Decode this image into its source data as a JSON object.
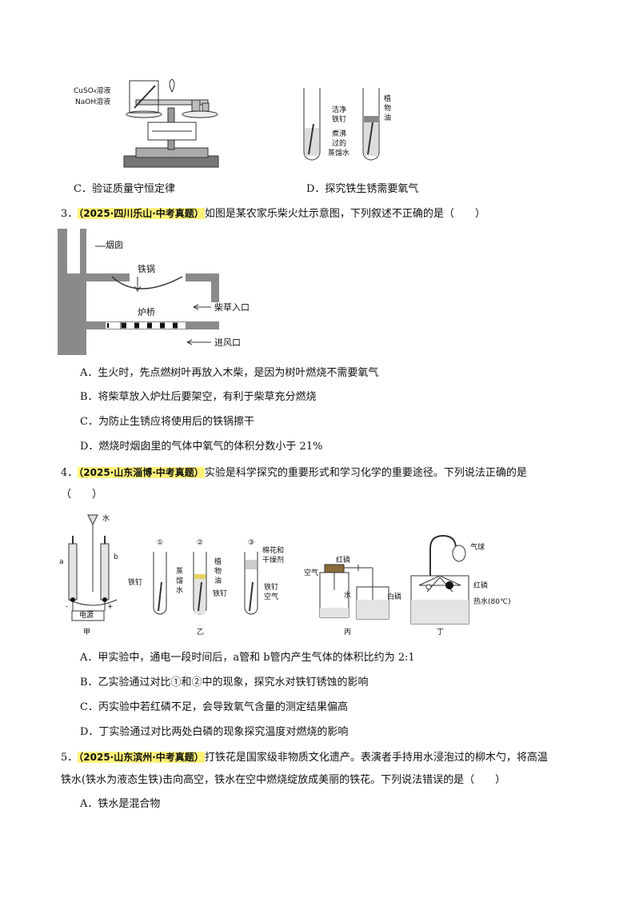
{
  "top": {
    "balance_labels": [
      "CuSO₄溶液",
      "NaOH溶液"
    ],
    "tube_labels": [
      "洁净",
      "铁钉",
      "植",
      "物",
      "油",
      "煮沸",
      "过的",
      "蒸馏水"
    ],
    "option_c": "C．验证质量守恒定律",
    "option_d": "D．探究铁生锈需要氧气"
  },
  "q3": {
    "number": "3．",
    "tag": "（2025·四川乐山·中考真题）",
    "stem": "如图是某农家乐柴火灶示意图，下列叙述不正确的是（　　）",
    "figure_labels": {
      "chimney": "烟囱",
      "wok": "铁锅",
      "bridge": "炉桥",
      "fuel_inlet": "柴草入口",
      "air_inlet": "进风口"
    },
    "options": [
      "A．生火时，先点燃树叶再放入木柴，是因为树叶燃烧不需要氧气",
      "B．将柴草放入炉灶后要架空，有利于柴草充分燃烧",
      "C．为防止生锈应将使用后的铁锅擦干",
      "D．燃烧时烟囱里的气体中氧气的体积分数小于 21%"
    ]
  },
  "q4": {
    "number": "4．",
    "tag": "（2025·山东淄博·中考真题）",
    "stem": "实验是科学探究的重要形式和学习化学的重要途径。下列说法正确的是",
    "stem2": "（　　）",
    "figure_labels": {
      "water": "水",
      "a": "a",
      "b": "b",
      "minus": "-",
      "plus": "+",
      "power": "电源",
      "jia": "甲",
      "yi": "乙",
      "bing": "丙",
      "ding": "丁",
      "circ1": "①",
      "circ2": "②",
      "circ3": "③",
      "nail1": "铁钉",
      "distilled": "蒸",
      "distilled2": "馏",
      "distilled3": "水",
      "oil1": "植",
      "oil2": "物",
      "oil3": "油",
      "nail2": "铁钉",
      "cotton": "棉花和",
      "desiccant": "干燥剂",
      "nail3": "铁钉",
      "air3": "空气",
      "air": "空气",
      "red_p": "红磷",
      "water2": "水",
      "balloon": "气球",
      "red_p2": "红磷",
      "white_p": "白磷",
      "hot_water": "热水(80℃)"
    },
    "options": [
      "A．甲实验中，通电一段时间后，a管和 b管内产生气体的体积比约为 2:1",
      "B．乙实验通过对比①和②中的现象，探究水对铁钉锈蚀的影响",
      "C．丙实验中若红磷不足，会导致氧气含量的测定结果偏高",
      "D．丁实验通过对比两处白磷的现象探究温度对燃烧的影响"
    ]
  },
  "q5": {
    "number": "5．",
    "tag": "（2025·山东滨州·中考真题）",
    "stem": "打铁花是国家级非物质文化遗产。表演者手持用水浸泡过的柳木勺，将高温",
    "stem2": "铁水(铁水为液态生铁)击向高空，铁水在空中燃烧绽放成美丽的铁花。下列说法错误的是（　　）",
    "options": [
      "A．铁水是混合物"
    ]
  },
  "colors": {
    "highlight": "#fff27a",
    "figure_gray": "#8a8a8a"
  }
}
